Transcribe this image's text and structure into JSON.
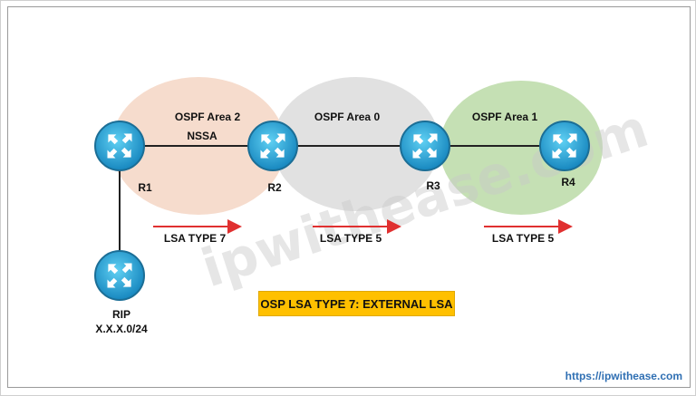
{
  "areas": [
    {
      "label_line1": "OSPF Area 2",
      "label_line2": "NSSA",
      "color": "#f6dccd"
    },
    {
      "label_line1": "OSPF Area 0",
      "color": "#e1e1e1"
    },
    {
      "label_line1": "OSPF Area 1",
      "color": "#c5e0b4"
    }
  ],
  "routers": [
    {
      "label": "R1"
    },
    {
      "label": "R2"
    },
    {
      "label": "R3"
    },
    {
      "label": "R4"
    },
    {
      "label_line1": "RIP",
      "label_line2": "X.X.X.0/24"
    }
  ],
  "arrows": [
    {
      "label": "LSA TYPE 7"
    },
    {
      "label": "LSA TYPE 5"
    },
    {
      "label": "LSA TYPE 5"
    }
  ],
  "colors": {
    "router_fill": "#2aa6d8",
    "router_edge": "#1b6e96",
    "arrow": "#e03030",
    "callout": "#ffc000"
  },
  "callout": "OSP LSA TYPE 7: EXTERNAL LSA",
  "watermark": "ipwithease.com",
  "footer_url": "https://ipwithease.com"
}
